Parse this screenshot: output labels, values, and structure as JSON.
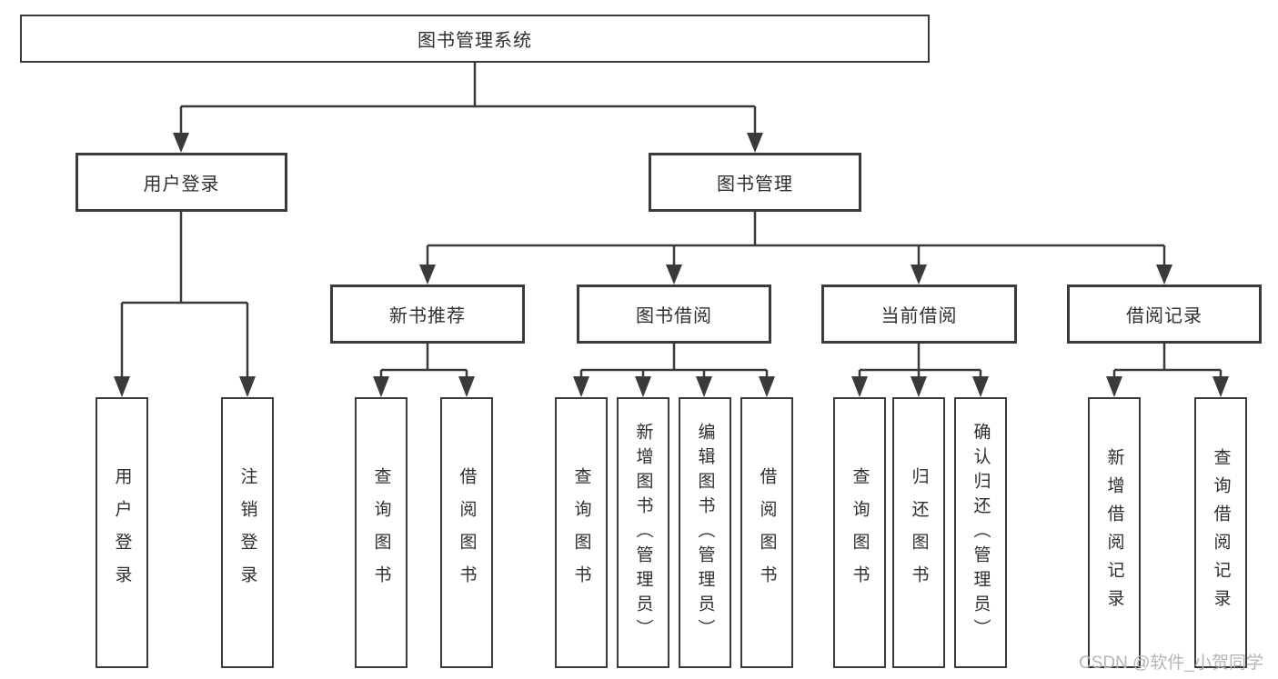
{
  "tree": {
    "root": {
      "label": "图书管理系统"
    },
    "branches": [
      {
        "label": "用户登录",
        "children": [
          {
            "label": "用户登录"
          },
          {
            "label": "注销登录"
          }
        ]
      },
      {
        "label": "图书管理",
        "children": [
          {
            "label": "新书推荐",
            "children": [
              {
                "label": "查询图书"
              },
              {
                "label": "借阅图书"
              }
            ]
          },
          {
            "label": "图书借阅",
            "children": [
              {
                "label": "查询图书"
              },
              {
                "label": "新增图书（管理员）"
              },
              {
                "label": "编辑图书（管理员）"
              },
              {
                "label": "借阅图书"
              }
            ]
          },
          {
            "label": "当前借阅",
            "children": [
              {
                "label": "查询图书"
              },
              {
                "label": "归还图书"
              },
              {
                "label": "确认归还（管理员）"
              }
            ]
          },
          {
            "label": "借阅记录",
            "children": [
              {
                "label": "新增借阅记录"
              },
              {
                "label": "查询借阅记录"
              }
            ]
          }
        ]
      }
    ]
  },
  "watermark": {
    "text": "CSDN @软件_小贺同学"
  },
  "colors": {
    "line": "#3a3a3a",
    "text": "#2f2f2f",
    "bg": "#ffffff",
    "watermark": "#b5b5b5"
  }
}
